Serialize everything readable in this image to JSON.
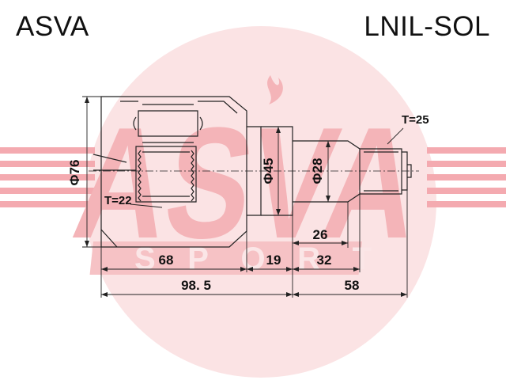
{
  "header": {
    "brand": "ASVA",
    "part_code": "LNIL-SOL"
  },
  "watermark": {
    "brand": "ASVA",
    "sub": "SPORT",
    "color": "#d9202a"
  },
  "dimensions": {
    "outer_diameter": "Φ76",
    "mid_diameter": "Φ45",
    "shaft_diameter": "Φ28",
    "spline_inner": "T=22",
    "spline_outer": "T=25",
    "len_68": "68",
    "len_19": "19",
    "len_32": "32",
    "len_26": "26",
    "len_98_5": "98. 5",
    "len_58": "58"
  }
}
